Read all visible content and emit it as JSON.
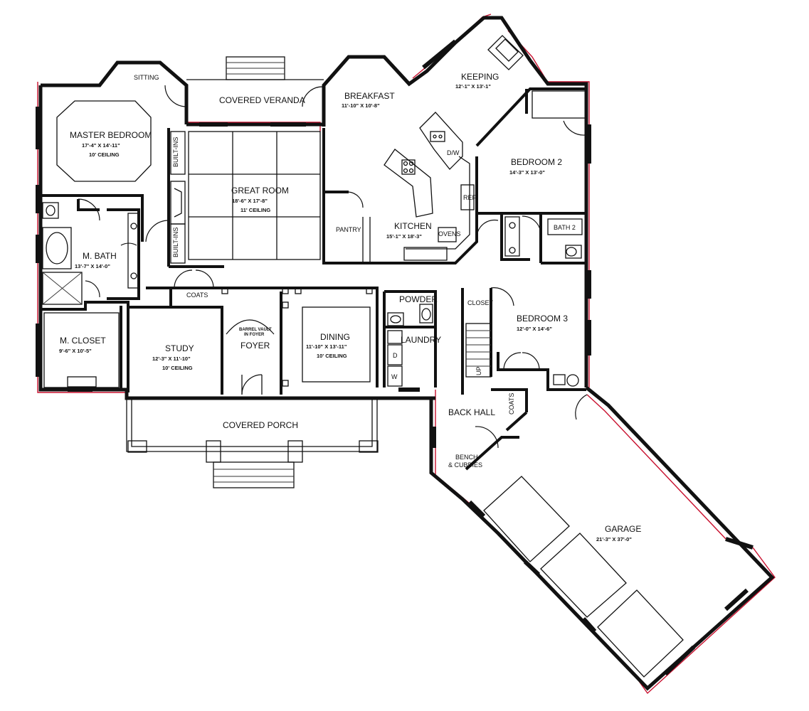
{
  "rooms": {
    "master_bedroom": {
      "name": "MASTER BEDROOM",
      "dims": "17'-4\" X 14'-11\"",
      "note": "10' CEILING"
    },
    "sitting": {
      "name": "SITTING"
    },
    "covered_veranda": {
      "name": "COVERED VERANDA"
    },
    "breakfast": {
      "name": "BREAKFAST",
      "dims": "11'-10\" X 10'-8\""
    },
    "keeping": {
      "name": "KEEPING",
      "dims": "12'-1\" X 13'-1\""
    },
    "great_room": {
      "name": "GREAT ROOM",
      "dims": "18'-6\" X 17'-8\"",
      "note": "11' CEILING"
    },
    "kitchen": {
      "name": "KITCHEN",
      "dims": "15'-1\" X 18'-3\""
    },
    "pantry": {
      "name": "PANTRY"
    },
    "bedroom_2": {
      "name": "BEDROOM 2",
      "dims": "14'-3\" X 13'-0\""
    },
    "bath_2": {
      "name": "BATH 2"
    },
    "m_bath": {
      "name": "M. BATH",
      "dims": "13'-7\" X 14'-0\""
    },
    "m_closet": {
      "name": "M. CLOSET",
      "dims": "9'-6\" X 10'-5\""
    },
    "study": {
      "name": "STUDY",
      "dims": "12'-3\" X 11'-10\"",
      "note": "10' CEILING"
    },
    "foyer": {
      "name": "FOYER",
      "note1": "BARREL VAULT",
      "note2": "IN FOYER"
    },
    "dining": {
      "name": "DINING",
      "dims": "11'-10\" X 13'-11\"",
      "note": "10' CEILING"
    },
    "powder": {
      "name": "POWDER"
    },
    "laundry": {
      "name": "LAUNDRY"
    },
    "bedroom_3": {
      "name": "BEDROOM 3",
      "dims": "12'-0\" X 14'-6\""
    },
    "closet": {
      "name": "CLOSET"
    },
    "back_hall": {
      "name": "BACK HALL"
    },
    "covered_porch": {
      "name": "COVERED PORCH"
    },
    "garage": {
      "name": "GARAGE",
      "dims": "21'-3\" X 37'-0\""
    }
  },
  "fixtures": {
    "built_ins": "BUILT-INS",
    "coats": "COATS",
    "dw": "D/W",
    "ref": "REF.",
    "ovens": "OVENS",
    "dryer": "D",
    "washer": "W",
    "up": "UP",
    "bench_line1": "BENCH",
    "bench_line2": "& CUBBIES"
  },
  "colors": {
    "wall": "#111111",
    "exterior_outline": "#c8102e",
    "background": "#ffffff"
  }
}
